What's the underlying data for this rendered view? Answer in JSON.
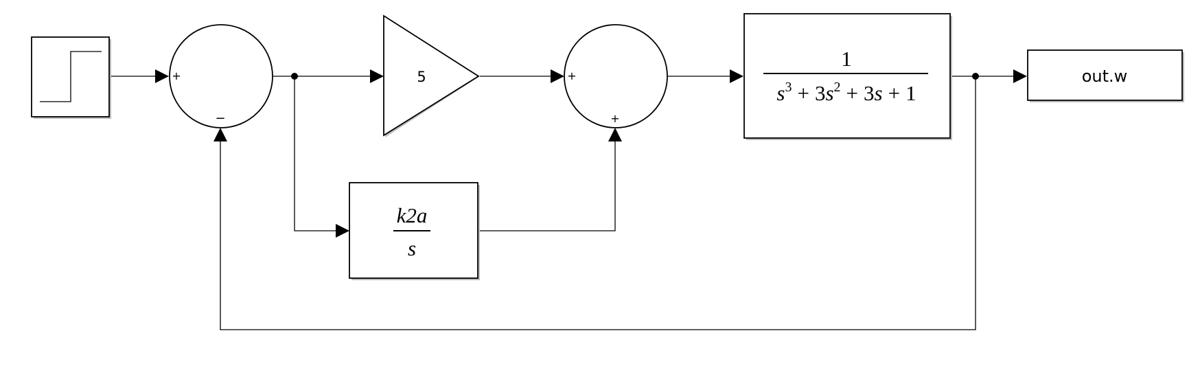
{
  "diagram": {
    "gain_block": {
      "value": "5"
    },
    "integrator_block": {
      "numerator": "k2a",
      "denominator": "s"
    },
    "plant_block": {
      "numerator": "1",
      "denominator": {
        "t1_var": "s",
        "t1_exp": "3",
        "plus1": "+",
        "t2_coef": "3",
        "t2_var": "s",
        "t2_exp": "2",
        "plus2": "+",
        "t3_coef": "3",
        "t3_var": "s",
        "plus3": "+",
        "t4": "1"
      }
    },
    "output_block": {
      "label": "out.w"
    },
    "sum1": {
      "sign_left": "+",
      "sign_bottom": "−"
    },
    "sum2": {
      "sign_left": "+",
      "sign_bottom": "+"
    }
  }
}
